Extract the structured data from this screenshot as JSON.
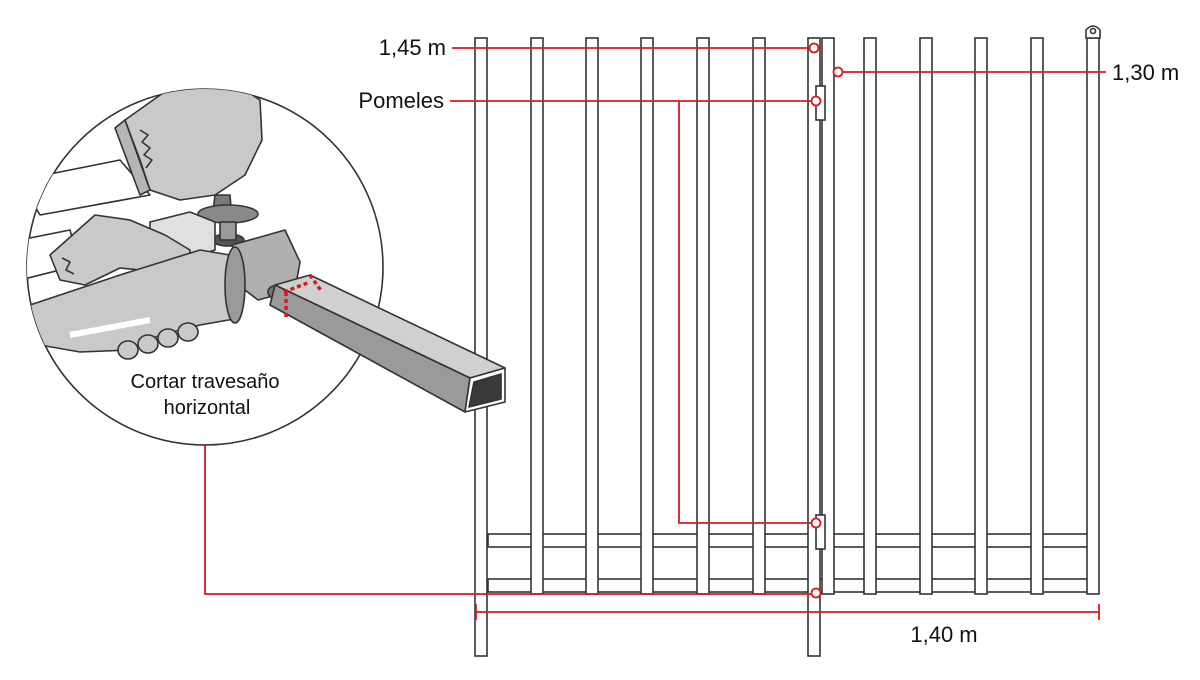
{
  "labels": {
    "height_left": "1,45 m",
    "height_right": "1,30 m",
    "hinges": "Pomeles",
    "width": "1,40 m",
    "cut_line1": "Cortar travesaño",
    "cut_line2": "horizontal"
  },
  "colors": {
    "callout": "#d71920",
    "outline": "#333333",
    "glove": "#c9c9c9",
    "tube": "#8a8a8a",
    "tube_dark": "#3a3a3a"
  }
}
